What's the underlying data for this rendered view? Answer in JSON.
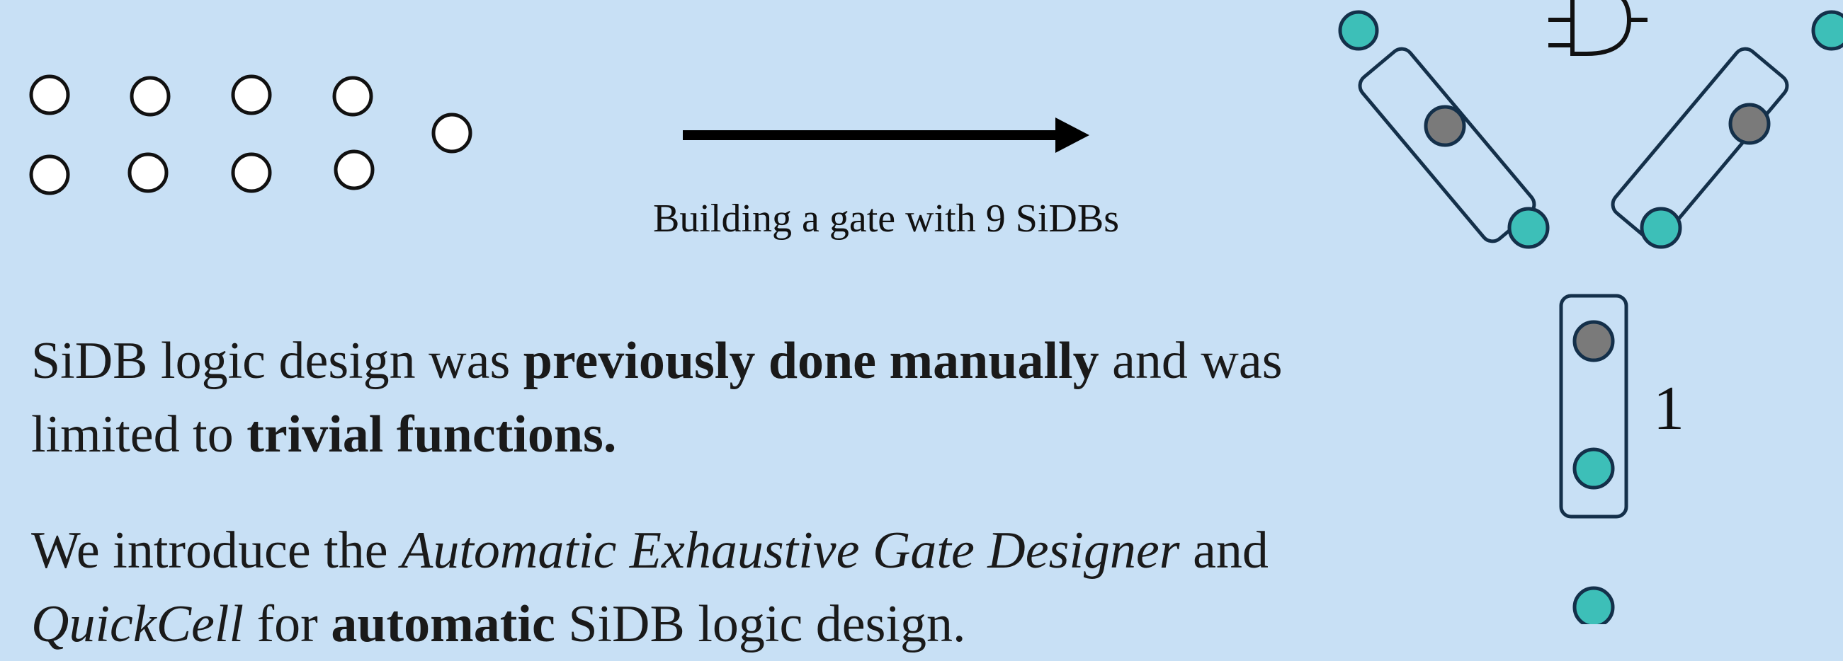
{
  "caption": "Building a gate with 9 SiDBs",
  "output_value": "1",
  "paragraph1": {
    "part1": "SiDB logic design was ",
    "bold1": "previously done manually",
    "part2": " and was limited to ",
    "bold2": "trivial functions."
  },
  "paragraph2": {
    "part1": "We introduce the ",
    "italic1": "Automatic Exhaustive Gate Designer",
    "part2": " and ",
    "italic2": "QuickCell",
    "part3": " for ",
    "bold1": "automatic",
    "part4": " SiDB logic design."
  },
  "colors": {
    "background": "#c8e0f5",
    "sidb_teal": "#3dbfb8",
    "sidb_gray": "#7a7a7a",
    "outline_navy": "#14304a",
    "empty_sidb": "#ffffff"
  },
  "icons": {
    "gate_symbol": "and-gate-icon",
    "arrow": "right-arrow-icon"
  }
}
